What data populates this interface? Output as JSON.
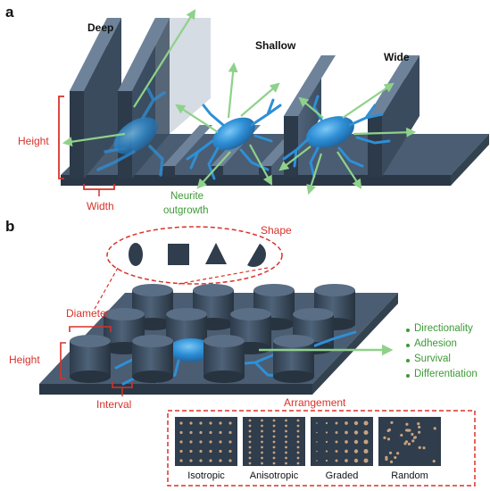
{
  "panel_a": {
    "letter": "a",
    "deep_label": "Deep",
    "shallow_label": "Shallow",
    "wide_label": "Wide",
    "height_label": "Height",
    "width_label": "Width",
    "neurite_line1": "Neurite",
    "neurite_line2": "outgrowth"
  },
  "panel_b": {
    "letter": "b",
    "shape_label": "Shape",
    "shapes": [
      "ellipse",
      "square",
      "triangle",
      "semicircle"
    ],
    "diameter_label": "Diameter",
    "height_label": "Height",
    "interval_label": "Interval",
    "effects": [
      "Directionality",
      "Adhesion",
      "Survival",
      "Differentiation"
    ],
    "arrangement_label": "Arrangement",
    "arrangements": [
      "Isotropic",
      "Anisotropic",
      "Graded",
      "Random"
    ]
  },
  "colors": {
    "structure": "#3a4b5e",
    "structure_dark": "#2a3746",
    "cell": "#2e8fd6",
    "arrow": "#8fd18a",
    "annotation_red": "#d8322a",
    "effect_green": "#3d9a36",
    "dot": "#c9a27e"
  }
}
